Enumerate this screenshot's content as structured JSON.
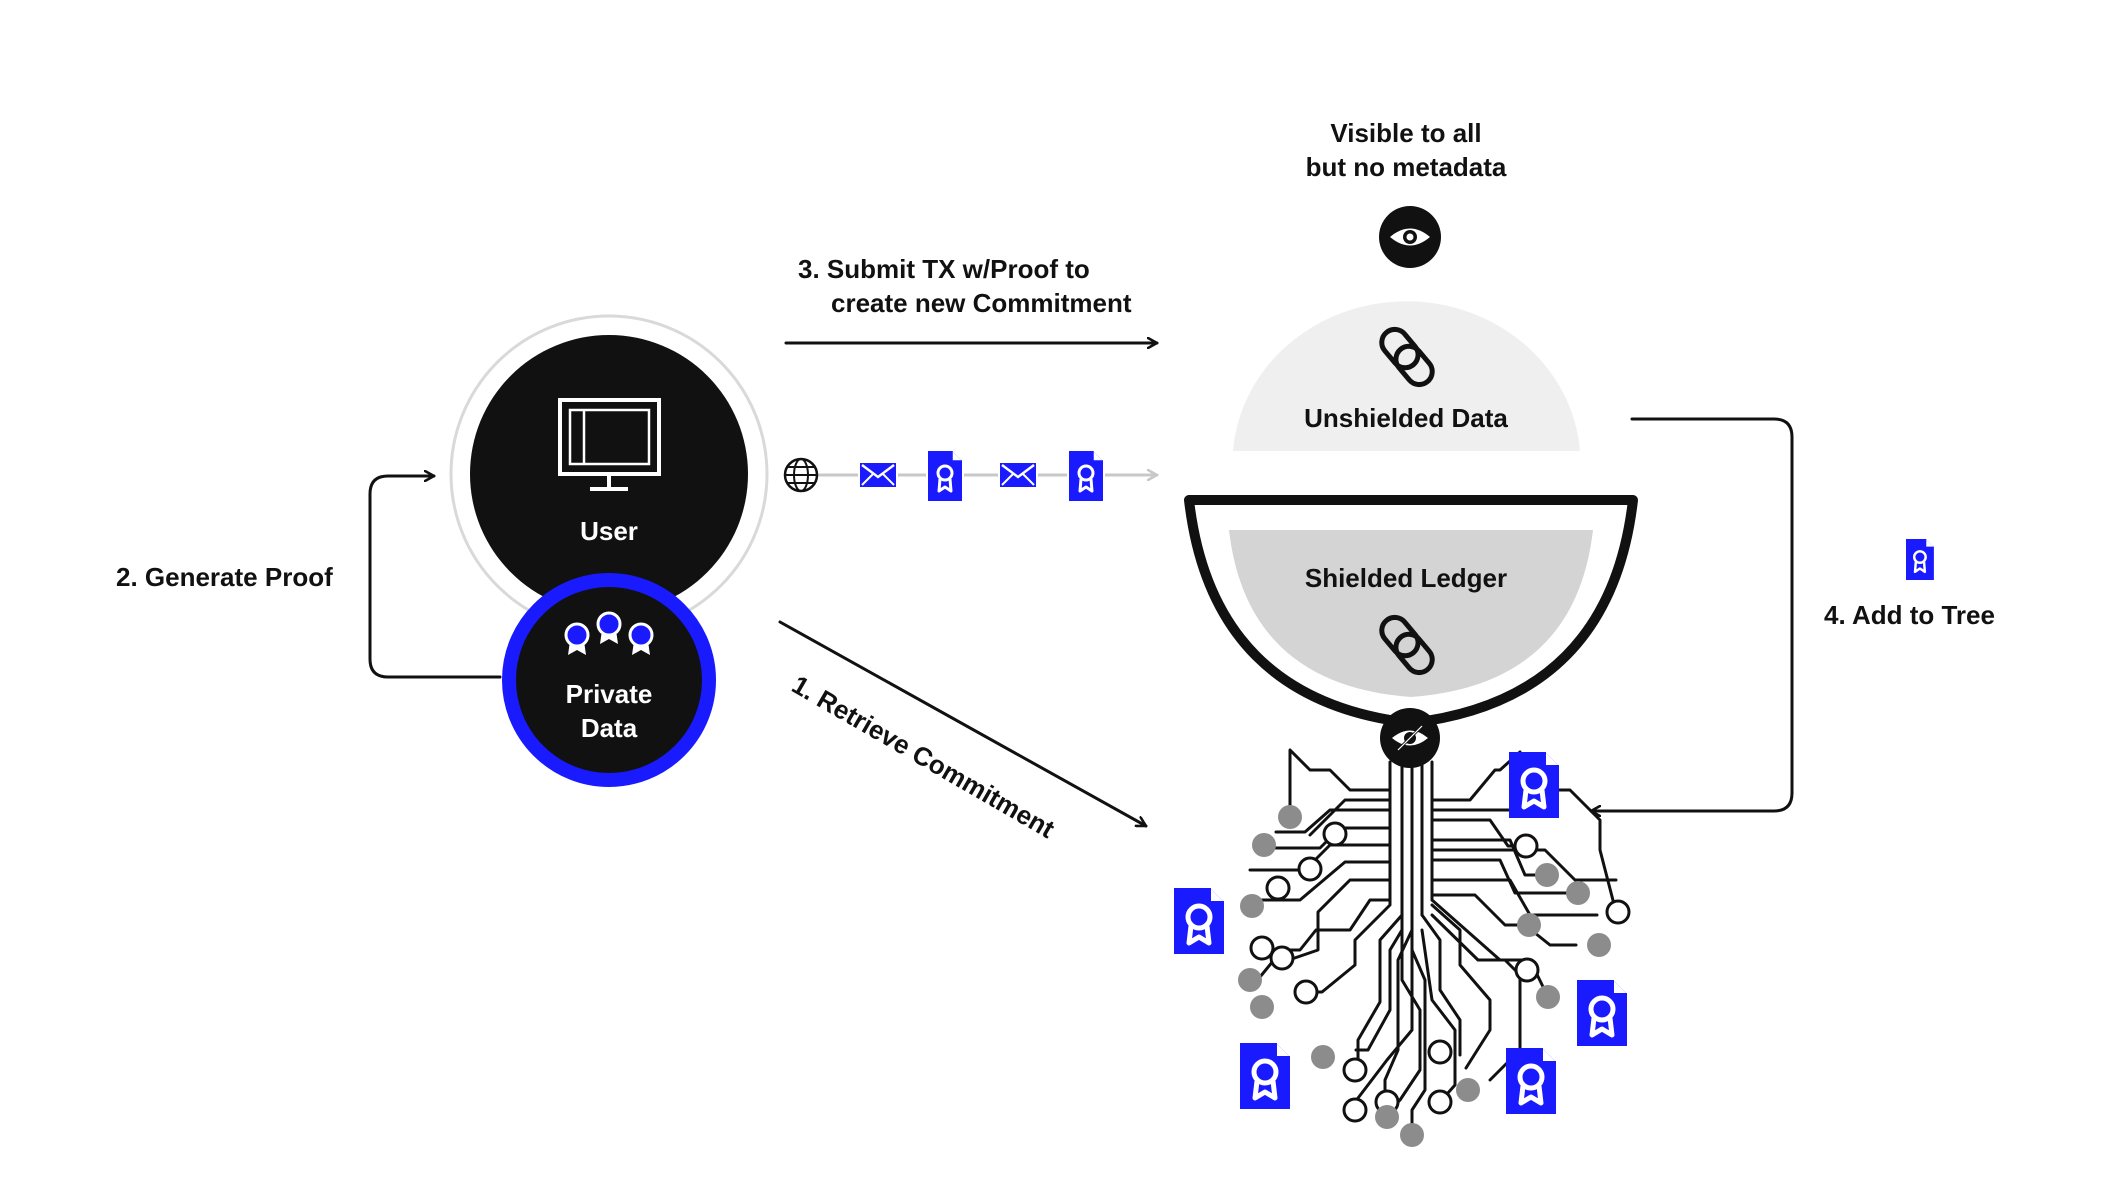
{
  "labels": {
    "visible_line1": "Visible to all",
    "visible_line2": "but no metadata",
    "submit_line1": "3.  Submit TX w/Proof to",
    "submit_line2": "create new Commitment",
    "unshielded": "Unshielded Data",
    "shielded": "Shielded Ledger",
    "user": "User",
    "private_line1": "Private",
    "private_line2": "Data",
    "generate": "2.  Generate Proof",
    "retrieve": "1.  Retrieve Commitment",
    "add_tree": "4.  Add to Tree"
  },
  "colors": {
    "accent": "#1a1aff",
    "ink": "#111111",
    "ring": "#d9d9d9",
    "unshielded_fill": "#efefef",
    "shielded_fill": "#d4d4d4",
    "node_grey": "#8c8c8c",
    "faint_line": "#c8c8c8"
  },
  "icons": {
    "eye": "eye-icon",
    "link": "chain-link-icon",
    "monitor": "monitor-icon",
    "globe": "globe-icon",
    "envelope": "envelope-icon",
    "certificate": "certificate-document-icon",
    "ribbon": "award-ribbon-icon",
    "hidden_eye": "eye-slash-icon"
  }
}
